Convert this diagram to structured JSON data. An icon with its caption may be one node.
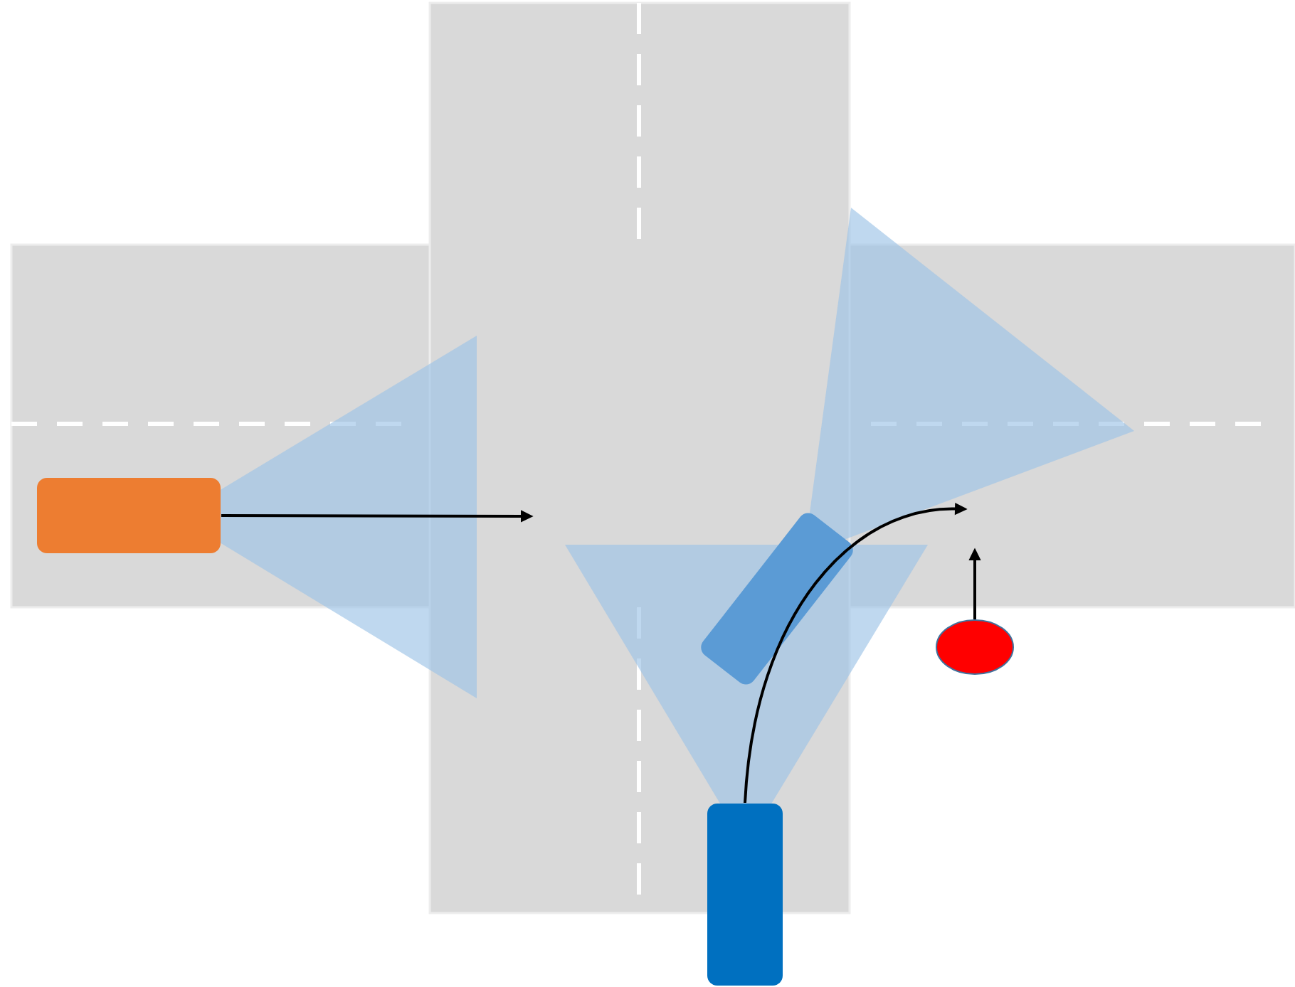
{
  "diagram": {
    "nodes": [
      {
        "text": [],
        "shape": "box"
      },
      {
        "text": [],
        "shape": "box"
      },
      {
        "text": [],
        "shape": "box"
      },
      {
        "text": [],
        "shape": "circle"
      }
    ],
    "edges": [
      {
        "from": 0,
        "to": null,
        "arrow": "to"
      },
      {
        "from": 1,
        "to": null,
        "arrow": "to"
      },
      {
        "from": 3,
        "to": null,
        "arrow": "to"
      }
    ]
  }
}
